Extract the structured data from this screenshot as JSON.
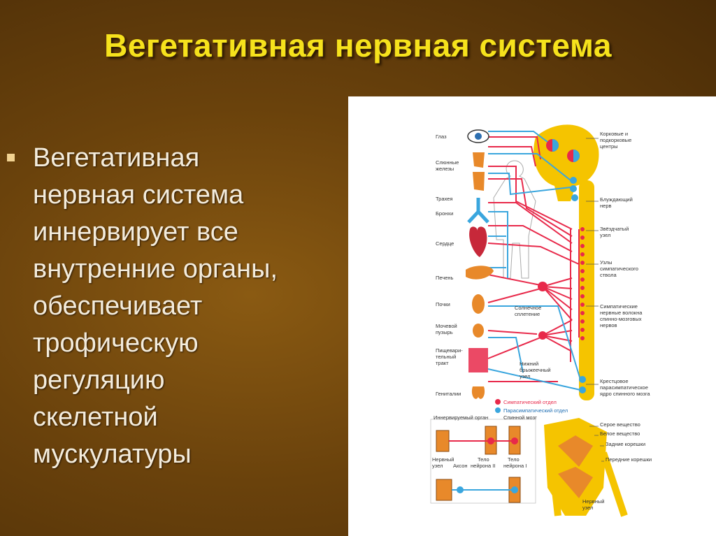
{
  "title": "Вегетативная нервная система",
  "bullet": {
    "text": "Вегетативная\nнервная система\nиннервирует все\nвнутренние органы,\nобеспечивает\nтрофическую\nрегуляцию\nскелетной\nмускулатуры"
  },
  "figure": {
    "organ_labels": [
      "Глаз",
      "Слюнные",
      "железы",
      "Трахея",
      "Бронхи",
      "Сердце",
      "Печень",
      "Почки",
      "Мочевой",
      "пузырь",
      "Пищевари-",
      "тельный",
      "тракт",
      "Гениталии"
    ],
    "right_labels": [
      "Корковые и",
      "подкорковые",
      "центры",
      "Блуждающий",
      "нерв",
      "Звёздчатый",
      "узел",
      "Узлы",
      "симпатического",
      "ствола",
      "Симпатические",
      "нервные волокна",
      "спинно-мозговых",
      "нервов",
      "Крестцовое",
      "парасимпатическое",
      "ядро спинного мозга"
    ],
    "center_labels": [
      "Солнечное",
      "сплетение",
      "Нижний",
      "брыжеечный",
      "узел"
    ],
    "legend": [
      "Симпатический отдел",
      "Парасимпатический отдел"
    ],
    "bottom_left_labels": [
      "Иннервируемый орган",
      "Спинной мозг",
      "Нервный",
      "узел",
      "Аксон",
      "Тело",
      "нейрона II",
      "Тело",
      "нейрона I"
    ],
    "bottom_right_labels": [
      "Серое вещество",
      "Белое вещество",
      "Задние корешки",
      "Передние корешки",
      "Нервный",
      "узел"
    ],
    "colors": {
      "sympathetic": "#e8294a",
      "parasympathetic": "#3aa6de",
      "cord": "#f5c400",
      "organ": "#e8892a"
    }
  }
}
